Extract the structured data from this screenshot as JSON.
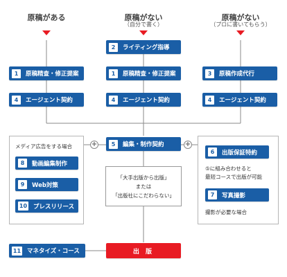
{
  "columns": [
    {
      "title": "原稿がある",
      "subtitle": ""
    },
    {
      "title": "原稿がない",
      "subtitle": "（自分で書く）"
    },
    {
      "title": "原稿がない",
      "subtitle": "（プロに書いてもらう）"
    }
  ],
  "steps": {
    "writing_guidance": {
      "num": "2",
      "label": "ライティング指導"
    },
    "review_left": {
      "num": "1",
      "label": "原稿精査・修正提案"
    },
    "review_center": {
      "num": "1",
      "label": "原稿精査・修正提案"
    },
    "ghostwriting": {
      "num": "3",
      "label": "原稿作成代行"
    },
    "agent_left": {
      "num": "4",
      "label": "エージェント契約"
    },
    "agent_center": {
      "num": "4",
      "label": "エージェント契約"
    },
    "agent_right": {
      "num": "4",
      "label": "エージェント契約"
    },
    "editing_contract": {
      "num": "5",
      "label": "編集・制作契約"
    },
    "video_editing": {
      "num": "8",
      "label": "動画編集制作"
    },
    "web_marketing": {
      "num": "9",
      "label": "Web対策"
    },
    "press_release": {
      "num": "10",
      "label": "プレスリリース"
    },
    "publishing_guarantee": {
      "num": "6",
      "label": "出版保証特約"
    },
    "photo_shoot": {
      "num": "7",
      "label": "写真撮影"
    },
    "monetize": {
      "num": "11",
      "label": "マネタイズ・コース"
    },
    "publication": {
      "label": "出 版"
    }
  },
  "left_panel": {
    "heading": "メディア広告をする場合"
  },
  "right_panel": {
    "note_line1": "⑤に組み合わせると",
    "note_line2": "最短コースで出版が可能",
    "photo_note": "撮影が必要な場合"
  },
  "center_note": {
    "line1": "「大手出版から出版」",
    "line2": "または",
    "line3": "「出版社にこだわらない」"
  },
  "plus_symbol": "+",
  "colors": {
    "primary": "#1a5ea6",
    "accent": "#e81b23",
    "line": "#888888"
  }
}
